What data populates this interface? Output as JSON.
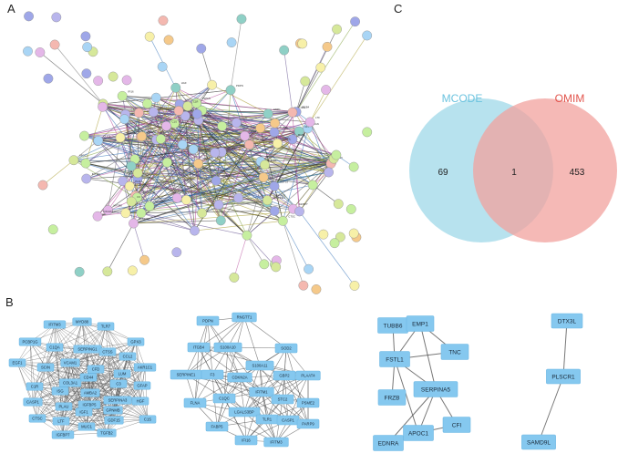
{
  "panels": {
    "a": "A",
    "b": "B",
    "c": "C"
  },
  "venn": {
    "left_label": "MCODE",
    "right_label": "OMIM",
    "left_only": "69",
    "intersection": "1",
    "right_only": "453",
    "left_color": "#9fd8e8",
    "right_color": "#f2a29d",
    "left_label_color": "#6cc3df",
    "right_label_color": "#e2554d"
  },
  "colors": {
    "node_fill": "#85c8ef",
    "node_stroke": "#6fb8e3",
    "edge": "#555555"
  },
  "network_b4": {
    "nodes": [
      "DTX3L",
      "PLSCR1",
      "SAMD9L"
    ]
  },
  "network_b3": {
    "nodes": [
      "TUBB6",
      "EMP1",
      "TNC",
      "FSTL1",
      "SERPINA5",
      "FRZB",
      "CFI",
      "APOC1",
      "EDNRA"
    ]
  },
  "network_b2": {
    "nodes": [
      "PDPN",
      "RNGTT1",
      "ITGB4",
      "S100A10",
      "SOD2",
      "SERPINE1",
      "F3",
      "CDKN2A",
      "S100A11",
      "GBP2",
      "PLAAT4",
      "FLNA",
      "C1QC",
      "IFITM1",
      "STC2",
      "PSME2",
      "FABP5",
      "LGALS3BP",
      "TLR1",
      "CASP1",
      "PARP9",
      "IFI16",
      "IFITM3"
    ]
  },
  "network_b1": {
    "nodes": [
      "IFITM3",
      "MYD88",
      "TLR7",
      "PCBP1G",
      "C1QA",
      "SERPING1",
      "CTSS",
      "CCL2",
      "GPX3",
      "EGF1",
      "SCIN",
      "VCAM1",
      "CFD",
      "LUM",
      "AKR1C1",
      "GFAP",
      "CD44",
      "COL3A1",
      "C3",
      "HGF",
      "C1R",
      "ISG",
      "AMBA2",
      "SERPINA3",
      "C1S",
      "CASP1",
      "PLAU",
      "IGFBP5",
      "GPNMB",
      "CTSC",
      "LTF",
      "IGF1",
      "GDF15",
      "MUC1",
      "TGFB2",
      "IGFBP7"
    ]
  },
  "string_network": {
    "labels": [
      "SLPI",
      "FAT",
      "ANKC1",
      "EDNCS1",
      "TSPAN",
      "GFAP",
      "CCL2",
      "MYD88",
      "S100A",
      "SPAG1",
      "OGN",
      "SERPINE1",
      "CFI",
      "GBP2",
      "LTF",
      "TNC",
      "LUM",
      "TLR7",
      "CD44",
      "MUC1",
      "HGF",
      "GPX3",
      "CLIC1",
      "C1QA",
      "FABP5",
      "SERPINA5",
      "IFI16",
      "CTSS",
      "PLAU",
      "C3",
      "VCAM1",
      "EGF1",
      "TUBB6",
      "EMP1",
      "FRZB",
      "APOC1",
      "DTX3L",
      "PLSCR1",
      "SAMD9L",
      "STC2",
      "PDPN",
      "IGFBP7",
      "GDF15",
      "PSME2",
      "PARP9",
      "CASP1",
      "IFITM3",
      "CTSC",
      "CFD",
      "ITGB4",
      "SOD2",
      "TLR1",
      "IGF1",
      "AMBA2",
      "C1R",
      "C1S",
      "SCIN",
      "COL3A1",
      "SERPING1"
    ]
  }
}
